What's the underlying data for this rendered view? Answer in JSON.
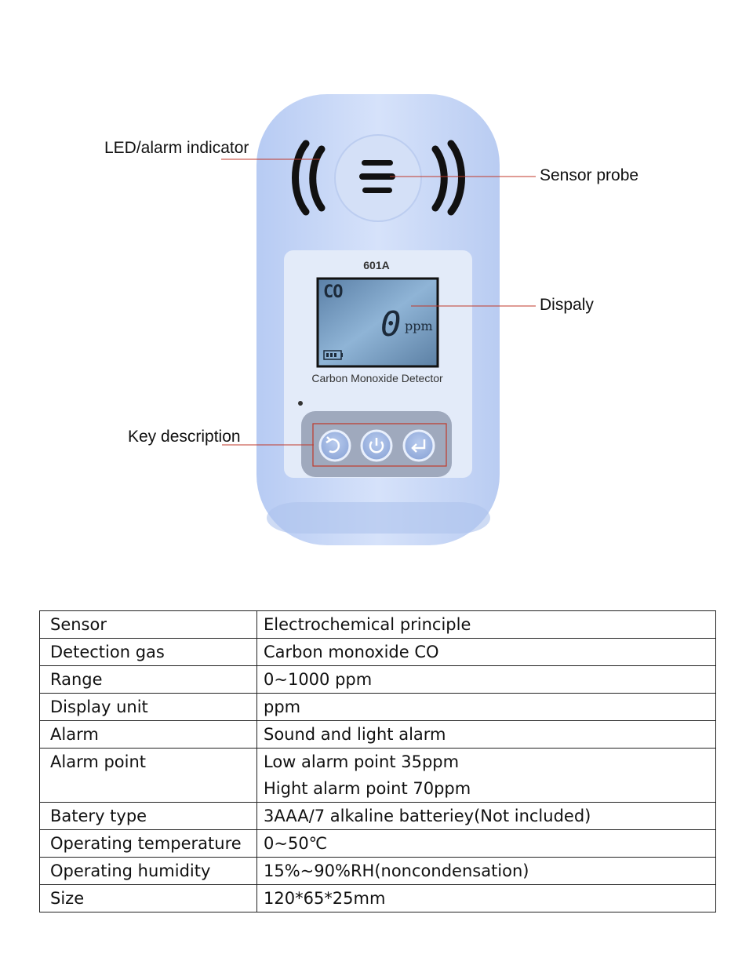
{
  "callouts": {
    "led": "LED/alarm indicator",
    "sensor": "Sensor probe",
    "display": "Dispaly",
    "keys": "Key description"
  },
  "device": {
    "model": "601A",
    "name": "Carbon Monoxide Detector",
    "lcd": {
      "gas": "CO",
      "value": "0",
      "unit": "ppm"
    },
    "icons": [
      "back-icon",
      "power-icon",
      "enter-icon",
      "battery-icon"
    ],
    "colors": {
      "body": "#c8d8f7",
      "panel": "#dfe8f8",
      "lcd": "#5f86aa",
      "callout_line": "#c0392b"
    }
  },
  "specs": [
    {
      "param": "Sensor",
      "values": [
        "Electrochemical principle"
      ]
    },
    {
      "param": "Detection gas",
      "values": [
        "Carbon monoxide CO"
      ]
    },
    {
      "param": "Range",
      "values": [
        "0~1000 ppm"
      ]
    },
    {
      "param": "Display unit",
      "values": [
        "ppm"
      ]
    },
    {
      "param": "Alarm",
      "values": [
        "Sound and light alarm"
      ]
    },
    {
      "param": "Alarm point",
      "values": [
        "Low alarm point 35ppm",
        "Hight alarm point 70ppm"
      ]
    },
    {
      "param": "Batery type",
      "values": [
        "3AAA/7 alkaline batteriey(Not included)"
      ]
    },
    {
      "param": "Operating temperature",
      "values": [
        "0~50℃"
      ]
    },
    {
      "param": "Operating humidity",
      "values": [
        "15%~90%RH(noncondensation)"
      ]
    },
    {
      "param": "Size",
      "values": [
        "120*65*25mm"
      ]
    }
  ]
}
